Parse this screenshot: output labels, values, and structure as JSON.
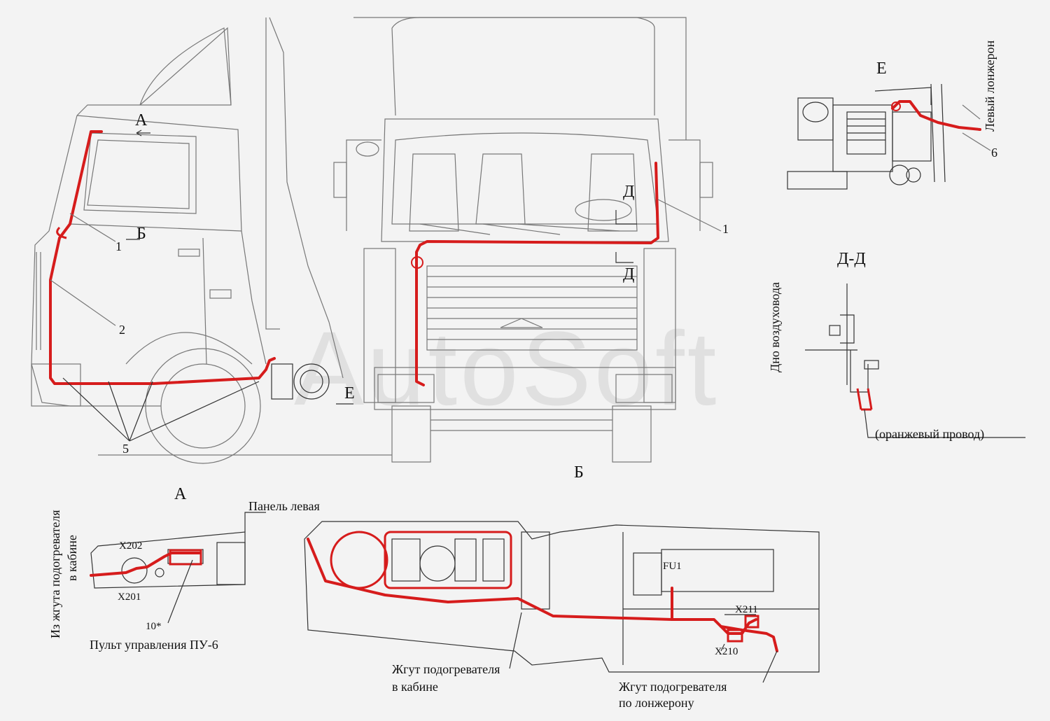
{
  "watermark": "AutoSoft",
  "views": {
    "view_a_title": "А",
    "view_b_title": "Б",
    "view_e_title": "Е",
    "view_dd_title": "Д-Д",
    "arrow_a": "А",
    "arrow_b": "Б",
    "arrow_d_top": "Д",
    "arrow_d_bottom": "Д",
    "arrow_e": "Е"
  },
  "callouts": {
    "c1_side": "1",
    "c1_front": "1",
    "c2": "2",
    "c5": "5",
    "c6": "6",
    "c10": "10*"
  },
  "labels": {
    "left_spar": "Левый лонжерон",
    "duct_bottom": "Дно воздуховода",
    "orange_wire": "(оранжевый провод)",
    "from_cab_harness_line1": "Из жгута подогревателя",
    "from_cab_harness_line2": "в кабине",
    "panel_left": "Панель левая",
    "x202": "X202",
    "x201": "X201",
    "control_panel": "Пульт управления ПУ-6",
    "fu1": "FU1",
    "x211": "X211",
    "x210": "X210",
    "cab_harness_line1": "Жгут подогревателя",
    "cab_harness_line2": "в кабине",
    "spar_harness_line1": "Жгут подогревателя",
    "spar_harness_line2": "по лонжерону"
  }
}
